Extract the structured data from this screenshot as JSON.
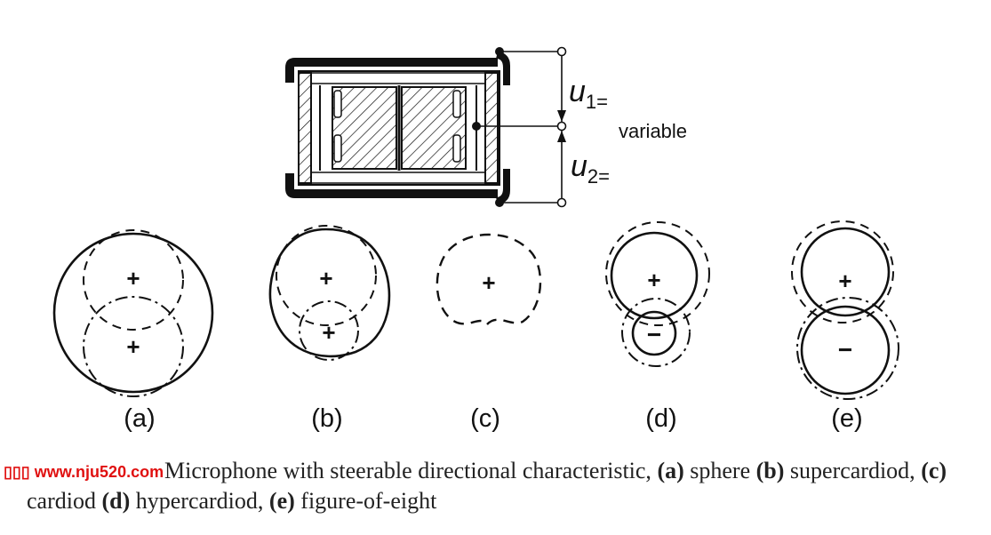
{
  "voltages": {
    "u1": "u",
    "u1_sub": "1=",
    "u2": "u",
    "u2_sub": "2=",
    "variable": "variable"
  },
  "patterns": [
    {
      "label": "(a)",
      "upper_sign": "+",
      "lower_sign": "+"
    },
    {
      "label": "(b)",
      "upper_sign": "+",
      "lower_sign": "+"
    },
    {
      "label": "(c)",
      "upper_sign": "+"
    },
    {
      "label": "(d)",
      "upper_sign": "+",
      "lower_sign": "−"
    },
    {
      "label": "(e)",
      "upper_sign": "+",
      "lower_sign": "−"
    }
  ],
  "caption": {
    "lead": "Microphone with steerable directional characteristic,",
    "a_tag": "(a)",
    "a_text": "sphere",
    "b_tag": "(b)",
    "b_text": "supercardiod,",
    "c_tag": "(c)",
    "c_text": "cardiod",
    "d_tag": "(d)",
    "d_text": "hypercardiod,",
    "e_tag": "(e)",
    "e_text": "figure-of-eight"
  },
  "watermark": "▯▯▯ www.nju520.com"
}
